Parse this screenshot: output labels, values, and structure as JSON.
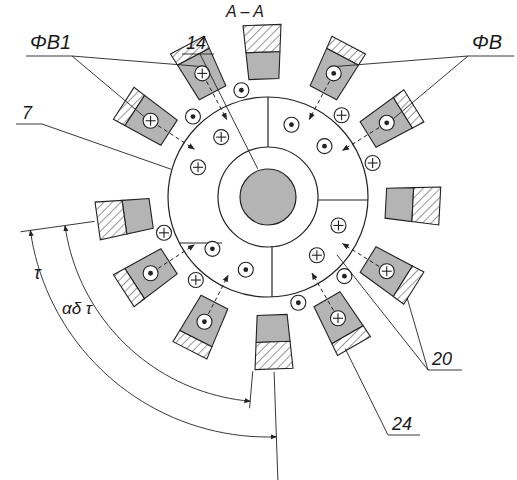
{
  "diagram": {
    "title": "A – A",
    "labels": [
      "ΦB1",
      "ΦB",
      "14",
      "7",
      "20",
      "24",
      "αδ τ",
      "τ"
    ]
  }
}
